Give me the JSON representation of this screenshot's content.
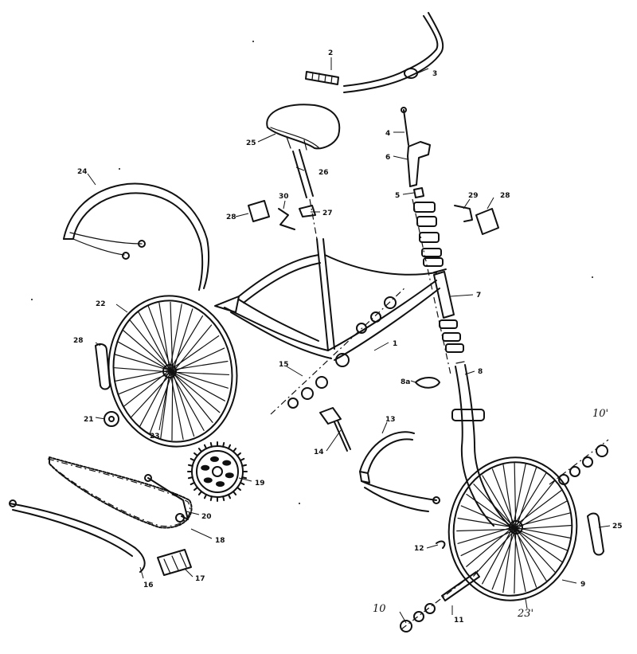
{
  "callouts": {
    "c1": "1",
    "c2": "2",
    "c3": "3",
    "c4": "4",
    "c5": "5",
    "c6": "6",
    "c7": "7",
    "c8": "8",
    "c8a": "8a",
    "c9": "9",
    "c10": "10",
    "c10b": "10'",
    "c11": "11",
    "c12": "12",
    "c13": "13",
    "c14": "14",
    "c15": "15",
    "c16": "16",
    "c17": "17",
    "c18": "18",
    "c19": "19",
    "c20": "20",
    "c21": "21",
    "c22": "22",
    "c23": "23",
    "c23b": "23'",
    "c24": "24",
    "c25a": "25",
    "c25b": "25",
    "c26": "26",
    "c27": "27",
    "c28a": "28",
    "c28b": "28",
    "c28c": "28",
    "c29": "29",
    "c30": "30"
  }
}
